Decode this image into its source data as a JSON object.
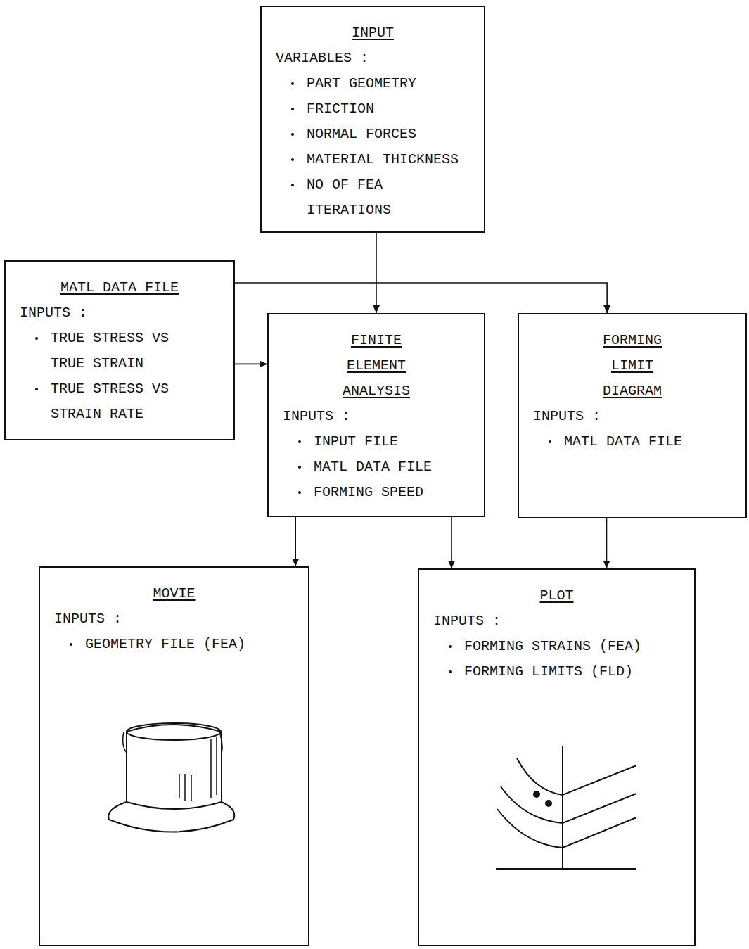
{
  "diagram": {
    "nodes": [
      {
        "text": [
          "INPUT",
          "VARIABLES :",
          "PART GEOMETRY",
          "FRICTION",
          "NORMAL FORCES",
          "MATERIAL THICKNESS",
          "NO OF FEA ITERATIONS"
        ]
      },
      {
        "text": [
          "MATL DATA FILE",
          "INPUTS :",
          "TRUE STRESS VS TRUE STRAIN",
          "TRUE STRESS VS STRAIN RATE"
        ]
      },
      {
        "text": [
          "FINITE ELEMENT ANALYSIS",
          "INPUTS :",
          "INPUT FILE",
          "MATL DATA FILE",
          "FORMING SPEED"
        ]
      },
      {
        "text": [
          "FORMING LIMIT DIAGRAM",
          "INPUTS :",
          "MATL DATA FILE"
        ]
      },
      {
        "text": [
          "MOVIE",
          "INPUTS :",
          "GEOMETRY FILE (FEA)"
        ]
      },
      {
        "text": [
          "PLOT",
          "INPUTS :",
          "FORMING STRAINS (FEA)",
          "FORMING LIMITS (FLD)"
        ]
      }
    ],
    "edges": [
      {
        "from": 0,
        "to": 2,
        "arrow": "to"
      },
      {
        "from": 1,
        "to": 2,
        "arrow": "to"
      },
      {
        "from": 1,
        "to": 3,
        "arrow": "to"
      },
      {
        "from": 2,
        "to": 4,
        "arrow": "to"
      },
      {
        "from": 2,
        "to": 5,
        "arrow": "to"
      },
      {
        "from": 3,
        "to": 5,
        "arrow": "to"
      }
    ]
  }
}
